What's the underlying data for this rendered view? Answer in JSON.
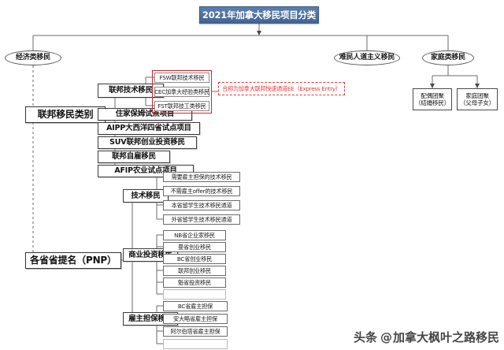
{
  "title": "2021年加拿大移民项目分类",
  "level1": {
    "economic": "经济类移民",
    "refugee": "难民人道主义移民",
    "family": "家庭类移民"
  },
  "family_children": [
    {
      "line1": "配偶团聚",
      "line2": "（结婚移民）"
    },
    {
      "line1": "家庭团聚",
      "line2": "（父母子女）"
    }
  ],
  "economic": {
    "federal_label": "联邦移民类别",
    "federal_items": [
      "联邦技术移民",
      "住家保姆试点项目",
      "AIPP大西洋四省试点项目",
      "SUV联邦创业投资移民",
      "联邦自雇移民",
      "AFIP农业试点项目"
    ],
    "express_entry_group": [
      "FSW联邦技术移民",
      "CEC加拿大经验类移民",
      "FST联邦技工类移民"
    ],
    "express_entry_note": "合称为加拿大联邦快速通道EE（Express Entry）",
    "pnp_label": "各省省提名（PNP）",
    "pnp_categories": [
      {
        "label": "技术移民",
        "items": [
          "需要雇主担保的技术移民",
          "不需雇主offer的技术移民",
          "本省留学生技术移民通道",
          "外省留学生技术移民通道"
        ]
      },
      {
        "label": "商业投资移民",
        "items": [
          "NB省企业家移民",
          "曼省创业移民",
          "BC省创业移民",
          "联邦创业移民",
          "魁省投资移民",
          ""
        ]
      },
      {
        "label": "雇主担保移民",
        "items": [
          "BC省雇主担保",
          "安大略省雇主担保",
          "阿尔伯塔省雇主担保",
          ""
        ]
      }
    ]
  },
  "watermark": {
    "platform": "头条",
    "at": "@",
    "account": "加拿大枫叶之路移民"
  },
  "colors": {
    "title_bg": "#4a6e9e",
    "accent_red": "#d8232a",
    "line": "#555555"
  }
}
